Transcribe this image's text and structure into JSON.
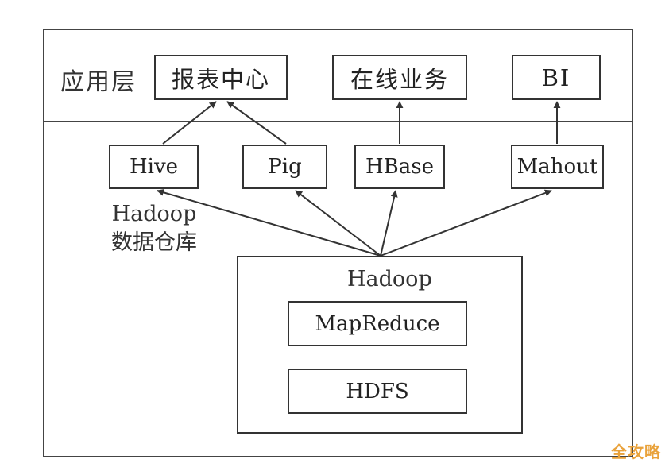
{
  "application_layer": {
    "label": "应用层",
    "boxes": [
      "报表中心",
      "在线业务",
      "BI"
    ]
  },
  "components": [
    "Hive",
    "Pig",
    "HBase",
    "Mahout"
  ],
  "warehouse_label": {
    "line1": "Hadoop",
    "line2": "数据仓库"
  },
  "hadoop_core": {
    "title": "Hadoop",
    "mapreduce": "MapReduce",
    "hdfs": "HDFS"
  },
  "watermark": "全攻略",
  "colors": {
    "line": "#333333",
    "watermark": "#e9a23b"
  }
}
